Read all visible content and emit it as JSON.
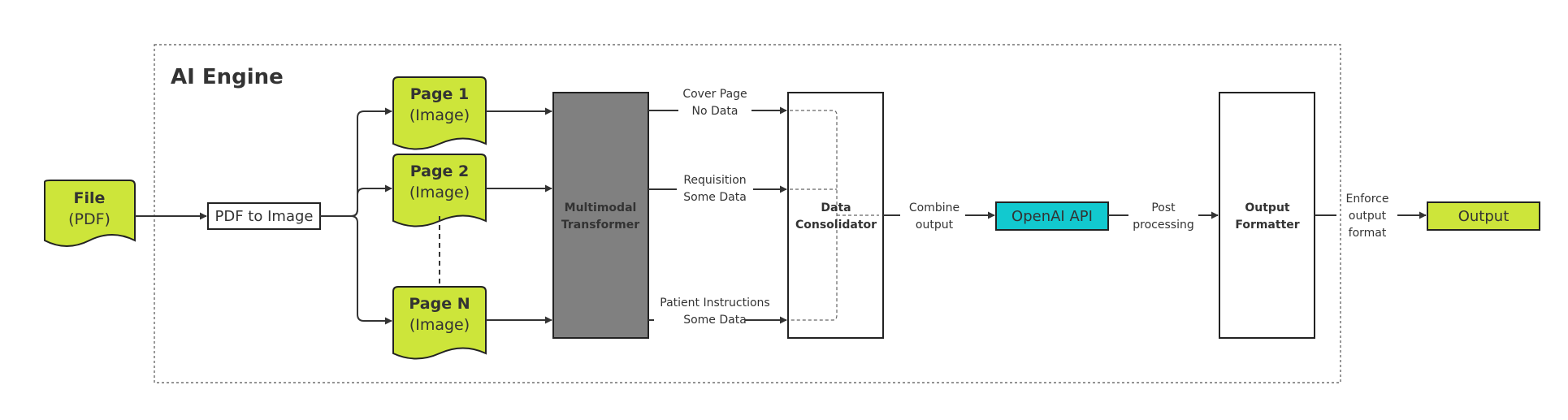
{
  "engine": {
    "title": "AI Engine"
  },
  "input_file": {
    "title": "File",
    "subtitle": "(PDF)"
  },
  "pdf_to_image": {
    "label": "PDF to Image"
  },
  "pages": [
    {
      "title": "Page 1",
      "subtitle": "(Image)"
    },
    {
      "title": "Page 2",
      "subtitle": "(Image)"
    },
    {
      "title": "Page N",
      "subtitle": "(Image)"
    }
  ],
  "transformer": {
    "line1": "Multimodal",
    "line2": "Transformer"
  },
  "transformer_outputs": [
    {
      "line1": "Cover Page",
      "line2": "No Data"
    },
    {
      "line1": "Requisition",
      "line2": "Some Data"
    },
    {
      "line1": "Patient Instructions",
      "line2": "Some Data"
    }
  ],
  "consolidator": {
    "line1": "Data",
    "line2": "Consolidator"
  },
  "combine_label": {
    "line1": "Combine",
    "line2": "output"
  },
  "openai": {
    "label": "OpenAI API"
  },
  "post_label": {
    "line1": "Post",
    "line2": "processing"
  },
  "formatter": {
    "line1": "Output",
    "line2": "Formatter"
  },
  "enforce_label": {
    "line1": "Enforce",
    "line2": "output",
    "line3": "format"
  },
  "output": {
    "label": "Output"
  },
  "colors": {
    "lime": "#cde53a",
    "cyan": "#12c9cf",
    "transformer_gray": "#808080",
    "stroke": "#222222"
  }
}
